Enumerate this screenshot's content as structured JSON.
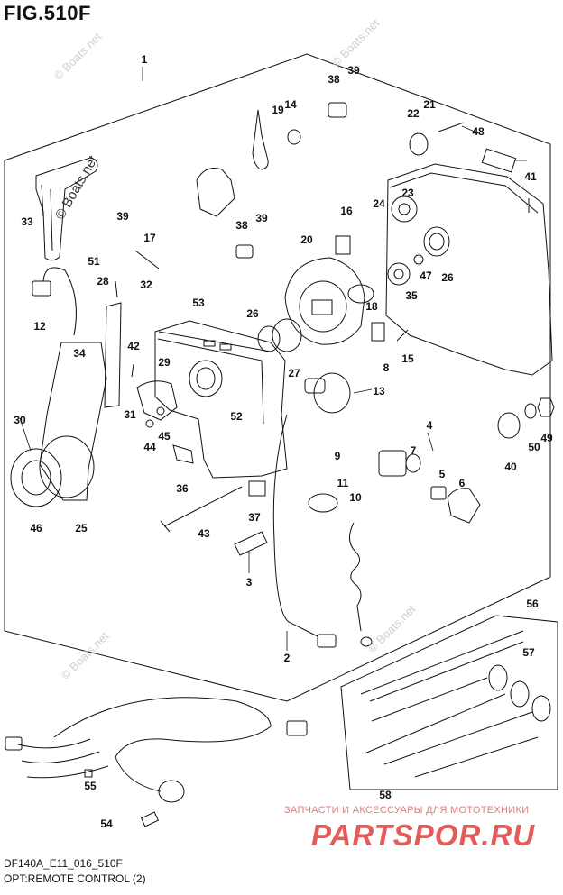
{
  "figure": {
    "title": "FIG.510F",
    "model_code": "DF140A_E11_016_510F",
    "caption": "OPT:REMOTE CONTROL (2)"
  },
  "watermarks": {
    "boats_net": "© Boats.net",
    "shop_tagline": "ЗАПЧАСТИ И АКСЕССУАРЫ ДЛЯ МОТОТЕХНИКИ",
    "shop_name": "PARTSPOR.RU"
  },
  "callouts": [
    "1",
    "2",
    "3",
    "4",
    "5",
    "6",
    "7",
    "8",
    "9",
    "10",
    "11",
    "12",
    "13",
    "14",
    "15",
    "16",
    "17",
    "18",
    "19",
    "20",
    "21",
    "22",
    "23",
    "24",
    "25",
    "26",
    "26",
    "27",
    "28",
    "29",
    "30",
    "31",
    "32",
    "33",
    "34",
    "35",
    "36",
    "37",
    "38",
    "38",
    "39",
    "39",
    "39",
    "40",
    "41",
    "42",
    "43",
    "44",
    "45",
    "46",
    "47",
    "48",
    "49",
    "50",
    "51",
    "52",
    "53",
    "54",
    "55",
    "56",
    "57",
    "58"
  ],
  "colors": {
    "line": "#111111",
    "shop_watermark": "#e45b5b"
  }
}
